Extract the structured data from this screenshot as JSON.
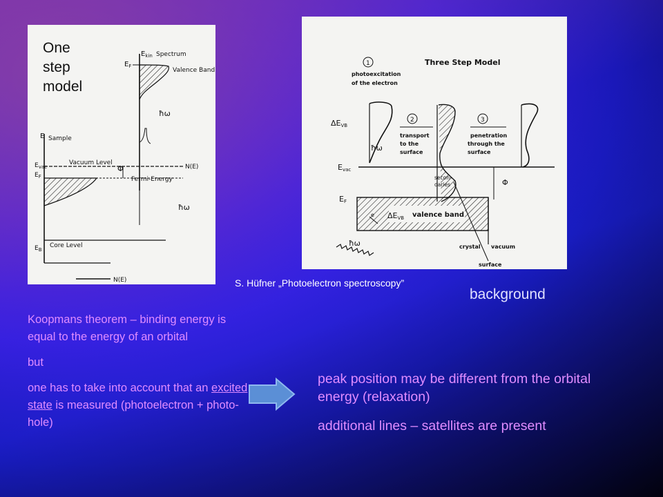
{
  "slide": {
    "title_lines": [
      "One",
      "step",
      "model"
    ],
    "caption_author": "S. Hüfner ",
    "caption_book": "„Photoelectron spectroscopy”",
    "background_label": "background",
    "left_text": {
      "koopmans": "Koopmans theorem – binding energy is equal to the energy of an orbital",
      "but": "but",
      "note_pre": "one has to take into account that an ",
      "note_underlined": "excited state",
      "note_post": " is measured (photoelectron + photo-hole)"
    },
    "right_text": {
      "peak": "peak position may be different from the orbital energy (relaxation)",
      "satellites": "additional lines – satellites are present"
    }
  },
  "diagram_left": {
    "ekin": "E",
    "ekin_sub": "kin",
    "spectrum": "Spectrum",
    "ef_top": "E",
    "ef_top_sub": "F",
    "valence_band": "Valence Band",
    "hw_top": "ħω",
    "e_axis": "E",
    "sample": "Sample",
    "evac": "E",
    "evac_sub": "vac",
    "vacuum_level": "Vacuum Level",
    "phi": "Φ",
    "ne": "N(E)",
    "ef_left": "E",
    "ef_left_sub": "F",
    "fermi_energy": "Fermi-Energy",
    "hw_mid": "ħω",
    "core_level": "Core Level",
    "eb": "E",
    "eb_sub": "B",
    "ne_bottom": "N(E)"
  },
  "diagram_right": {
    "title": "Three Step Model",
    "step1": "1",
    "step1_l1": "photoexcitation",
    "step1_l2": "of the electron",
    "step2": "2",
    "step2_l1": "transport",
    "step2_l2": "to the",
    "step2_l3": "surface",
    "step3": "3",
    "step3_l1": "penetration",
    "step3_l2": "through the",
    "step3_l3": "surface",
    "devb_top": "ΔE",
    "devb_top_sub": "VB",
    "hw_mid": "ħω",
    "evac": "E",
    "evac_sub": "vac",
    "secondaries_l1": "secon-",
    "secondaries_l2": "daries",
    "phi": "Φ",
    "ef": "E",
    "ef_sub": "F",
    "e_minus": "e",
    "devb_band": "ΔE",
    "devb_band_sub": "VB",
    "valence_band": "valence band",
    "hw_bottom": "ħω",
    "crystal": "crystal",
    "vacuum": "vacuum",
    "surface": "surface"
  }
}
